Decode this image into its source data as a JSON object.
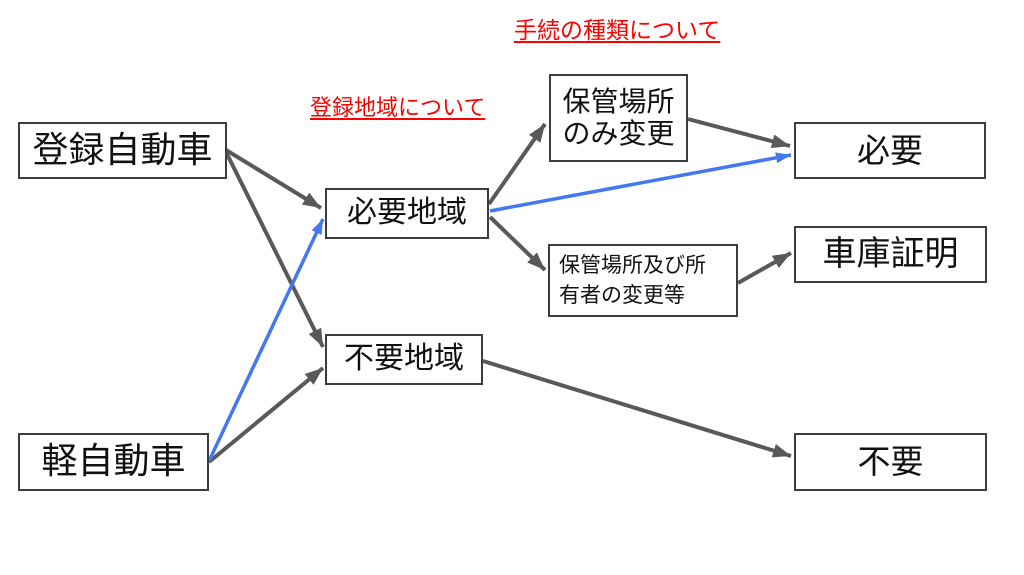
{
  "headings": {
    "procedure_types": "手続の種類について",
    "registration_areas": "登録地域について"
  },
  "nodes": {
    "registered_car": {
      "label": "登録自動車"
    },
    "kei_car": {
      "label": "軽自動車"
    },
    "required_area": {
      "label": "必要地域"
    },
    "not_required_area": {
      "label": "不要地域"
    },
    "storage_only_change": {
      "line1": "保管場所",
      "line2": "のみ変更"
    },
    "storage_owner_change": {
      "line1": "保管場所及び所",
      "line2": "有者の変更等"
    },
    "required": {
      "label": "必要"
    },
    "garage_certificate": {
      "label": "車庫証明"
    },
    "not_required": {
      "label": "不要"
    }
  },
  "edges": [
    {
      "id": "e1",
      "from": "registered_car",
      "to": "required_area",
      "color": "gray"
    },
    {
      "id": "e2",
      "from": "registered_car",
      "to": "not_required_area",
      "color": "gray"
    },
    {
      "id": "e3",
      "from": "kei_car",
      "to": "required_area",
      "color": "blue"
    },
    {
      "id": "e4",
      "from": "kei_car",
      "to": "not_required_area",
      "color": "gray"
    },
    {
      "id": "e5",
      "from": "required_area",
      "to": "storage_only_change",
      "color": "gray"
    },
    {
      "id": "e6",
      "from": "required_area",
      "to": "required",
      "color": "blue"
    },
    {
      "id": "e7",
      "from": "required_area",
      "to": "storage_owner_change",
      "color": "gray"
    },
    {
      "id": "e8",
      "from": "storage_only_change",
      "to": "required",
      "color": "gray"
    },
    {
      "id": "e9",
      "from": "storage_owner_change",
      "to": "garage_certificate",
      "color": "gray"
    },
    {
      "id": "e10",
      "from": "not_required_area",
      "to": "not_required",
      "color": "gray"
    }
  ],
  "colors": {
    "arrow_gray": "#595959",
    "arrow_blue": "#4478f2",
    "heading_red": "#ff0000",
    "box_border": "#3d3d3d",
    "background": "#ffffff"
  }
}
